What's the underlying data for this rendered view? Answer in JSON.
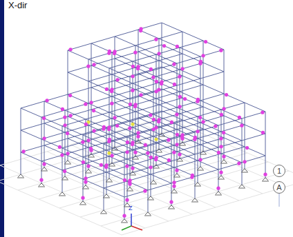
{
  "diagram": {
    "nodes": [
      {
        "text": [
          "1"
        ]
      },
      {
        "text": [
          "A"
        ]
      }
    ],
    "labels": [
      "X-dir",
      "Z"
    ]
  }
}
